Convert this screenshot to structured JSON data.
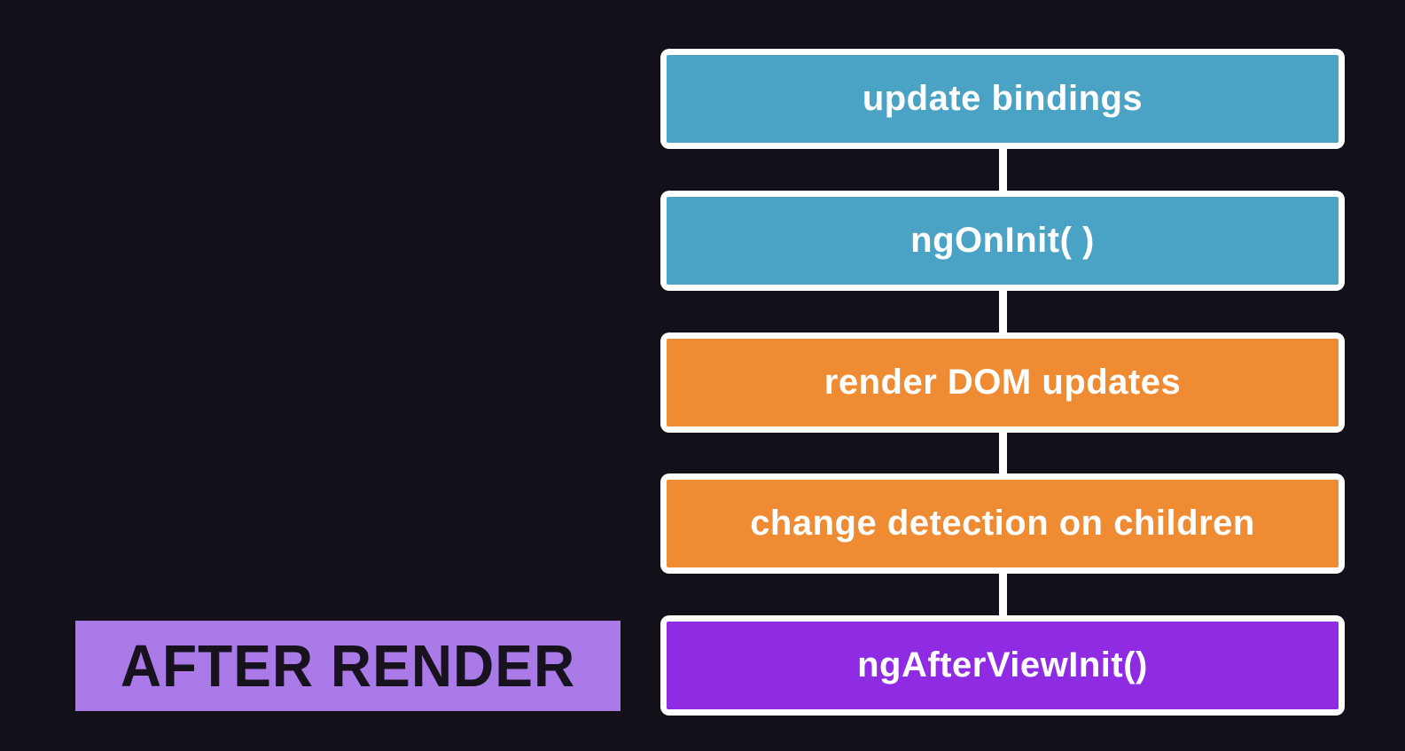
{
  "colors": {
    "background": "#131019",
    "teal": "#4AA3C4",
    "orange": "#EE8B33",
    "purple": "#8F2CE3",
    "label_bg": "#A97AE8",
    "label_text": "#17121D",
    "connector": "#FFFFFF",
    "node_border": "#FFFFFF",
    "node_text": "#FFFFFF"
  },
  "flow": {
    "nodes": [
      {
        "label": "update bindings",
        "color": "teal"
      },
      {
        "label": "ngOnInit( )",
        "color": "teal"
      },
      {
        "label": "render DOM updates",
        "color": "orange"
      },
      {
        "label": "change detection on children",
        "color": "orange"
      },
      {
        "label": "ngAfterViewInit()",
        "color": "purple"
      }
    ]
  },
  "annotation": {
    "after_render_label": "AFTER RENDER"
  }
}
